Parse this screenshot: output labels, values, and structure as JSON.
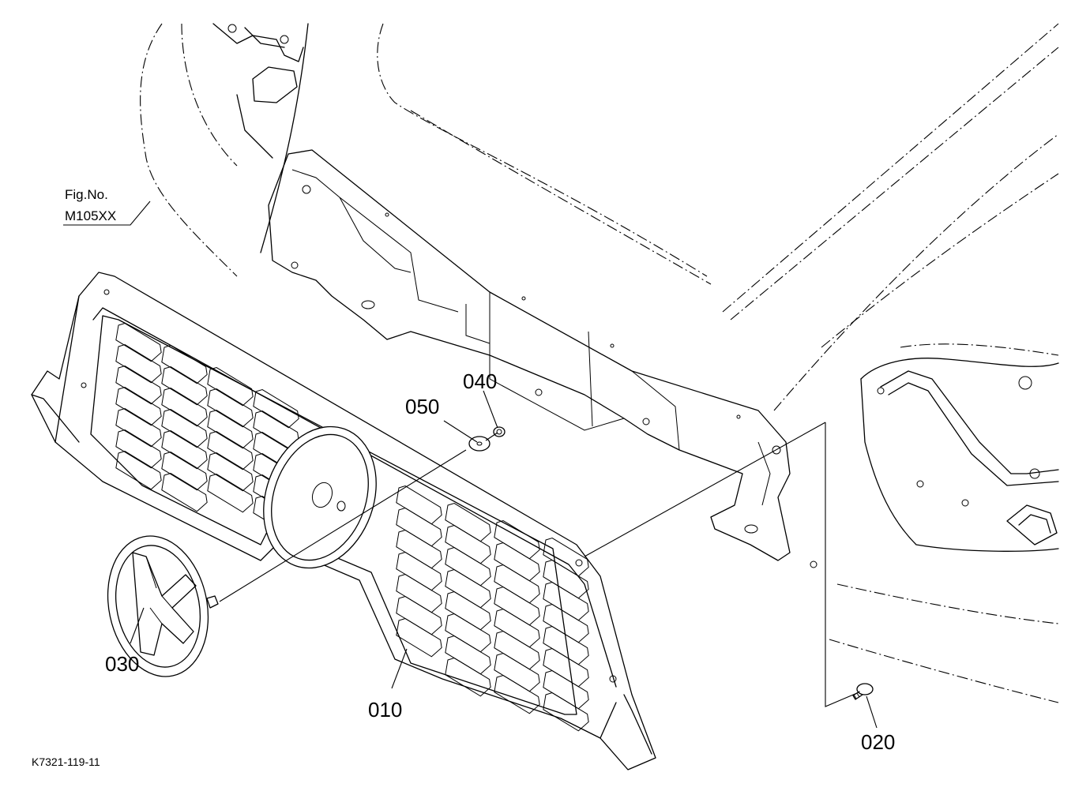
{
  "figure": {
    "reference": {
      "line1": "Fig.No.",
      "line2": "M105XX"
    },
    "drawing_code": "K7321-119-11"
  },
  "callouts": {
    "p010": "010",
    "p020": "020",
    "p030": "030",
    "p040": "040",
    "p050": "050"
  }
}
